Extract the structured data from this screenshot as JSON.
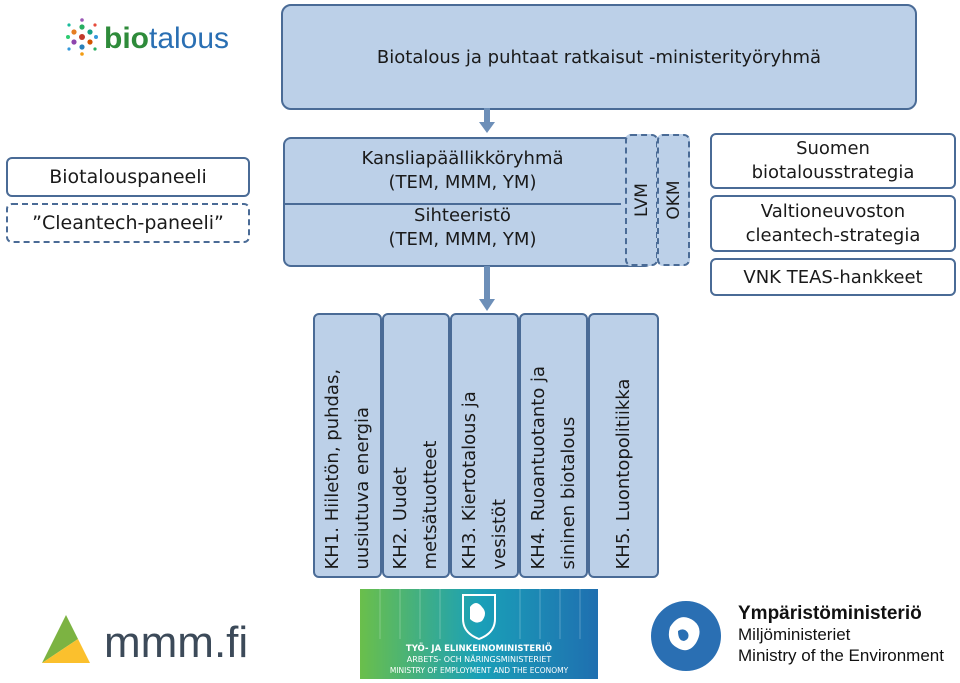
{
  "header": {
    "title": "Biotalous ja puhtaat ratkaisut -ministerityöryhmä"
  },
  "panels": {
    "panel1": "Biotalouspaneeli",
    "panel2": "”Cleantech-paneeli”"
  },
  "kansliapaallikko": {
    "line1": "Kansliapäällikköryhmä",
    "line2": "(TEM, MMM, YM)",
    "line3": "Sihteeristö",
    "line4": "(TEM, MMM, YM)"
  },
  "ministries": {
    "lvm": "LVM",
    "okm": "OKM"
  },
  "strategies": {
    "s1_line1": "Suomen",
    "s1_line2": "biotalousstrategia",
    "s2_line1": "Valtioneuvoston",
    "s2_line2": "cleantech-strategia",
    "s3": "VNK TEAS-hankkeet"
  },
  "groups": [
    {
      "line1": "KH1. Hiiletön, puhdas,",
      "line2": "uusiutuva energia"
    },
    {
      "line1": "KH2. Uudet",
      "line2": "metsätuotteet"
    },
    {
      "line1": "KH3. Kiertotalous ja",
      "line2": "vesistöt"
    },
    {
      "line1": "KH4. Ruoantuotanto ja",
      "line2": "sininen biotalous"
    },
    {
      "line1": "KH5. Luontopolitiikka",
      "line2": ""
    }
  ],
  "logos": {
    "biotalous": {
      "bio": "bio",
      "talous": "talous",
      "bio_color": "#2e8b3a",
      "talous_color": "#2a6fb3"
    },
    "mmm": "mmm.fi",
    "tem": {
      "line1": "TYÖ- JA ELINKEINOMINISTERIÖ",
      "line2": "ARBETS- OCH NÄRINGSMINISTERIET",
      "line3": "MINISTRY OF EMPLOYMENT AND THE ECONOMY"
    },
    "ym": {
      "line1": "Ympäristöministeriö",
      "line2": "Miljöministeriet",
      "line3": "Ministry of the Environment"
    }
  },
  "colors": {
    "box_fill": "#bcd0e8",
    "box_border": "#4a6b96",
    "arrow": "#6d8fb8"
  }
}
